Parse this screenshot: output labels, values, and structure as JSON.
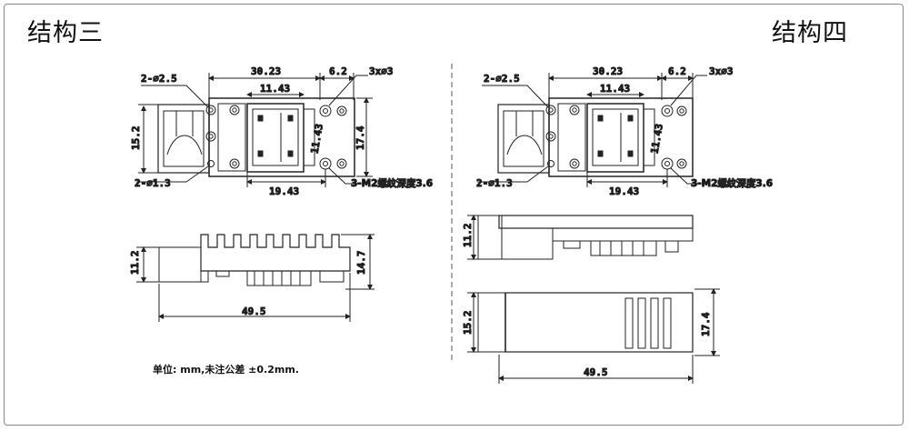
{
  "titles": {
    "left": "结构三",
    "right": "结构四"
  },
  "note": "单位: mm,未注公差 ±0.2mm.",
  "structure3": {
    "top_view": {
      "overall_width": "30.23",
      "right_offset": "6.2",
      "inner_width": "11.43",
      "inner_height_rotated": "11.43",
      "bottom_width": "19.43",
      "left_height": "15.2",
      "right_height": "17.4",
      "hole_large": "2-⌀2.5",
      "hole_small": "2-⌀1.3",
      "holes_right": "3x⌀3",
      "thread": "3-M2螺纹深度3.6"
    },
    "side_view": {
      "left_height": "11.2",
      "right_height": "14.7",
      "length": "49.5"
    }
  },
  "structure4": {
    "top_view": {
      "overall_width": "30.23",
      "right_offset": "6.2",
      "inner_width": "11.43",
      "inner_height_rotated": "11.43",
      "bottom_width": "19.43",
      "hole_large": "2-⌀2.5",
      "hole_small": "2-⌀1.3",
      "holes_right": "3x⌀3",
      "thread": "3-M2螺纹深度3.6"
    },
    "side_view": {
      "left_height": "11.2"
    },
    "bottom_view": {
      "left_height": "15.2",
      "right_height": "17.4",
      "length": "49.5"
    }
  }
}
